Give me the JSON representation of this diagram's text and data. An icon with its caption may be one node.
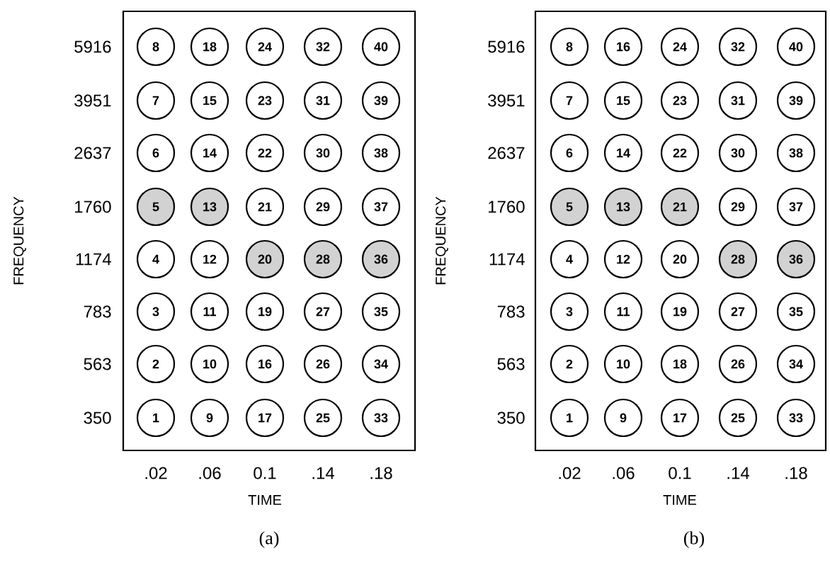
{
  "diagram": {
    "nodes": [
      {
        "text": [],
        "shape": "box"
      },
      {
        "text": [
          "8"
        ],
        "in": 0
      },
      {
        "text": [
          "18"
        ],
        "in": 0
      },
      {
        "text": [
          "24"
        ],
        "in": 0
      },
      {
        "text": [
          "32"
        ],
        "in": 0
      },
      {
        "text": [
          "40"
        ],
        "in": 0
      },
      {
        "text": [
          "7"
        ],
        "in": 0
      },
      {
        "text": [
          "15"
        ],
        "in": 0
      },
      {
        "text": [
          "23"
        ],
        "in": 0
      },
      {
        "text": [
          "31"
        ],
        "in": 0
      },
      {
        "text": [
          "39"
        ],
        "in": 0
      },
      {
        "text": [
          "6"
        ],
        "in": 0
      },
      {
        "text": [
          "14"
        ],
        "in": 0
      },
      {
        "text": [
          "22"
        ],
        "in": 0
      },
      {
        "text": [
          "30"
        ],
        "in": 0
      },
      {
        "text": [
          "38"
        ],
        "in": 0
      },
      {
        "text": [
          "5"
        ],
        "in": 0
      },
      {
        "text": [
          "13"
        ],
        "in": 0
      },
      {
        "text": [
          "21"
        ],
        "in": 0
      },
      {
        "text": [
          "29"
        ],
        "in": 0
      },
      {
        "text": [
          "37"
        ],
        "in": 0
      },
      {
        "text": [
          "4"
        ],
        "in": 0
      },
      {
        "text": [
          "12"
        ],
        "in": 0
      },
      {
        "text": [
          "20"
        ],
        "in": 0
      },
      {
        "text": [
          "28"
        ],
        "in": 0
      },
      {
        "text": [
          "36"
        ],
        "in": 0
      },
      {
        "text": [
          "3"
        ],
        "in": 0
      },
      {
        "text": [
          "11"
        ],
        "in": 0
      },
      {
        "text": [
          "19"
        ],
        "in": 0
      },
      {
        "text": [
          "27"
        ],
        "in": 0
      },
      {
        "text": [
          "35"
        ],
        "in": 0
      },
      {
        "text": [
          "2"
        ],
        "in": 0
      },
      {
        "text": [
          "10"
        ],
        "in": 0
      },
      {
        "text": [
          "16"
        ],
        "in": 0
      },
      {
        "text": [
          "26"
        ],
        "in": 0
      },
      {
        "text": [
          "34"
        ],
        "in": 0
      },
      {
        "text": [
          "1"
        ],
        "in": 0
      },
      {
        "text": [
          "9"
        ],
        "in": 0
      },
      {
        "text": [
          "17"
        ],
        "in": 0
      },
      {
        "text": [
          "25"
        ],
        "in": 0
      },
      {
        "text": [
          "33"
        ],
        "in": 0
      },
      {
        "text": [],
        "shape": "box"
      },
      {
        "text": [
          "8"
        ],
        "in": 41
      },
      {
        "text": [
          "16"
        ],
        "in": 41
      },
      {
        "text": [
          "24"
        ],
        "in": 41
      },
      {
        "text": [
          "32"
        ],
        "in": 41
      },
      {
        "text": [
          "40"
        ],
        "in": 41
      },
      {
        "text": [
          "7"
        ],
        "in": 41
      },
      {
        "text": [
          "15"
        ],
        "in": 41
      },
      {
        "text": [
          "23"
        ],
        "in": 41
      },
      {
        "text": [
          "31"
        ],
        "in": 41
      },
      {
        "text": [
          "39"
        ],
        "in": 41
      },
      {
        "text": [
          "6"
        ],
        "in": 41
      },
      {
        "text": [
          "14"
        ],
        "in": 41
      },
      {
        "text": [
          "22"
        ],
        "in": 41
      },
      {
        "text": [
          "30"
        ],
        "in": 41
      },
      {
        "text": [
          "38"
        ],
        "in": 41
      },
      {
        "text": [
          "5"
        ],
        "in": 41
      },
      {
        "text": [
          "13"
        ],
        "in": 41
      },
      {
        "text": [
          "21"
        ],
        "in": 41
      },
      {
        "text": [
          "29"
        ],
        "in": 41
      },
      {
        "text": [
          "37"
        ],
        "in": 41
      },
      {
        "text": [
          "4"
        ],
        "in": 41
      },
      {
        "text": [
          "12"
        ],
        "in": 41
      },
      {
        "text": [
          "20"
        ],
        "in": 41
      },
      {
        "text": [
          "28"
        ],
        "in": 41
      },
      {
        "text": [
          "36"
        ],
        "in": 41
      },
      {
        "text": [
          "3"
        ],
        "in": 41
      },
      {
        "text": [
          "11"
        ],
        "in": 41
      },
      {
        "text": [
          "19"
        ],
        "in": 41
      },
      {
        "text": [
          "27"
        ],
        "in": 41
      },
      {
        "text": [
          "35"
        ],
        "in": 41
      },
      {
        "text": [
          "2"
        ],
        "in": 41
      },
      {
        "text": [
          "10"
        ],
        "in": 41
      },
      {
        "text": [
          "18"
        ],
        "in": 41
      },
      {
        "text": [
          "26"
        ],
        "in": 41
      },
      {
        "text": [
          "34"
        ],
        "in": 41
      },
      {
        "text": [
          "1"
        ],
        "in": 41
      },
      {
        "text": [
          "9"
        ],
        "in": 41
      },
      {
        "text": [
          "17"
        ],
        "in": 41
      },
      {
        "text": [
          "25"
        ],
        "in": 41
      },
      {
        "text": [
          "33"
        ],
        "in": 41
      }
    ],
    "labels": [
      "5916",
      "3951",
      "2637",
      "1760",
      "1174",
      "783",
      "563",
      "350",
      "FREQUENCY",
      ".02",
      ".06",
      "0.1",
      ".14",
      ".18",
      "TIME",
      "(a)",
      "5916",
      "3951",
      "2637",
      "1760",
      "1174",
      "783",
      "563",
      "350",
      "FREQUENCY",
      ".02",
      ".06",
      "0.1",
      ".14",
      ".18",
      "TIME",
      "(b)"
    ]
  }
}
